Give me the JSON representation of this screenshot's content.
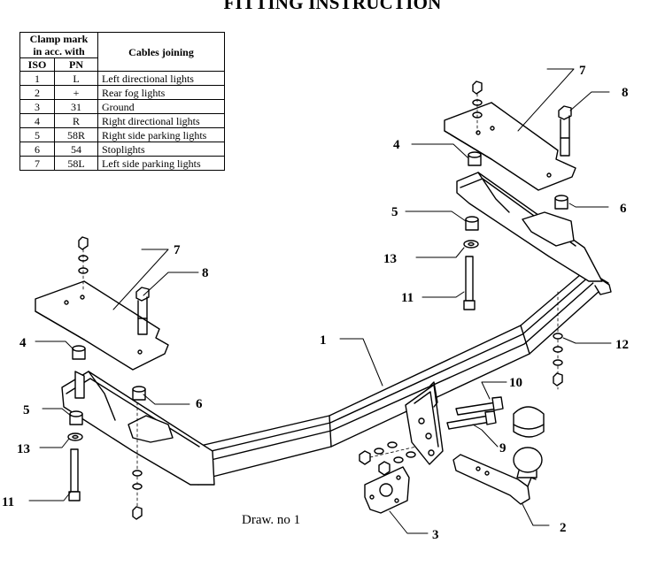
{
  "title": "FITTING INSTRUCTION",
  "table": {
    "header_clamp": "Clamp mark in acc. with",
    "header_clamp_line1": "Clamp mark",
    "header_clamp_line2": "in acc. with",
    "header_iso": "ISO",
    "header_pn": "PN",
    "header_cables": "Cables joining",
    "rows": [
      {
        "iso": "1",
        "pn": "L",
        "desc": "Left directional lights"
      },
      {
        "iso": "2",
        "pn": "+",
        "desc": "Rear fog lights"
      },
      {
        "iso": "3",
        "pn": "31",
        "desc": "Ground"
      },
      {
        "iso": "4",
        "pn": "R",
        "desc": "Right directional lights"
      },
      {
        "iso": "5",
        "pn": "58R",
        "desc": "Right side parking lights"
      },
      {
        "iso": "6",
        "pn": "54",
        "desc": "Stoplights"
      },
      {
        "iso": "7",
        "pn": "58L",
        "desc": "Left side parking lights"
      }
    ]
  },
  "callouts": {
    "left_7": "7",
    "left_8": "8",
    "left_4": "4",
    "left_5": "5",
    "left_6": "6",
    "left_13": "13",
    "left_11": "11",
    "right_7": "7",
    "right_8": "8",
    "right_4": "4",
    "right_6": "6",
    "right_5": "5",
    "right_13": "13",
    "right_11": "11",
    "right_12": "12",
    "beam_1": "1",
    "bolt_10": "10",
    "bolt_9": "9",
    "ball_2": "2",
    "socket_3": "3"
  },
  "caption": "Draw. no 1"
}
